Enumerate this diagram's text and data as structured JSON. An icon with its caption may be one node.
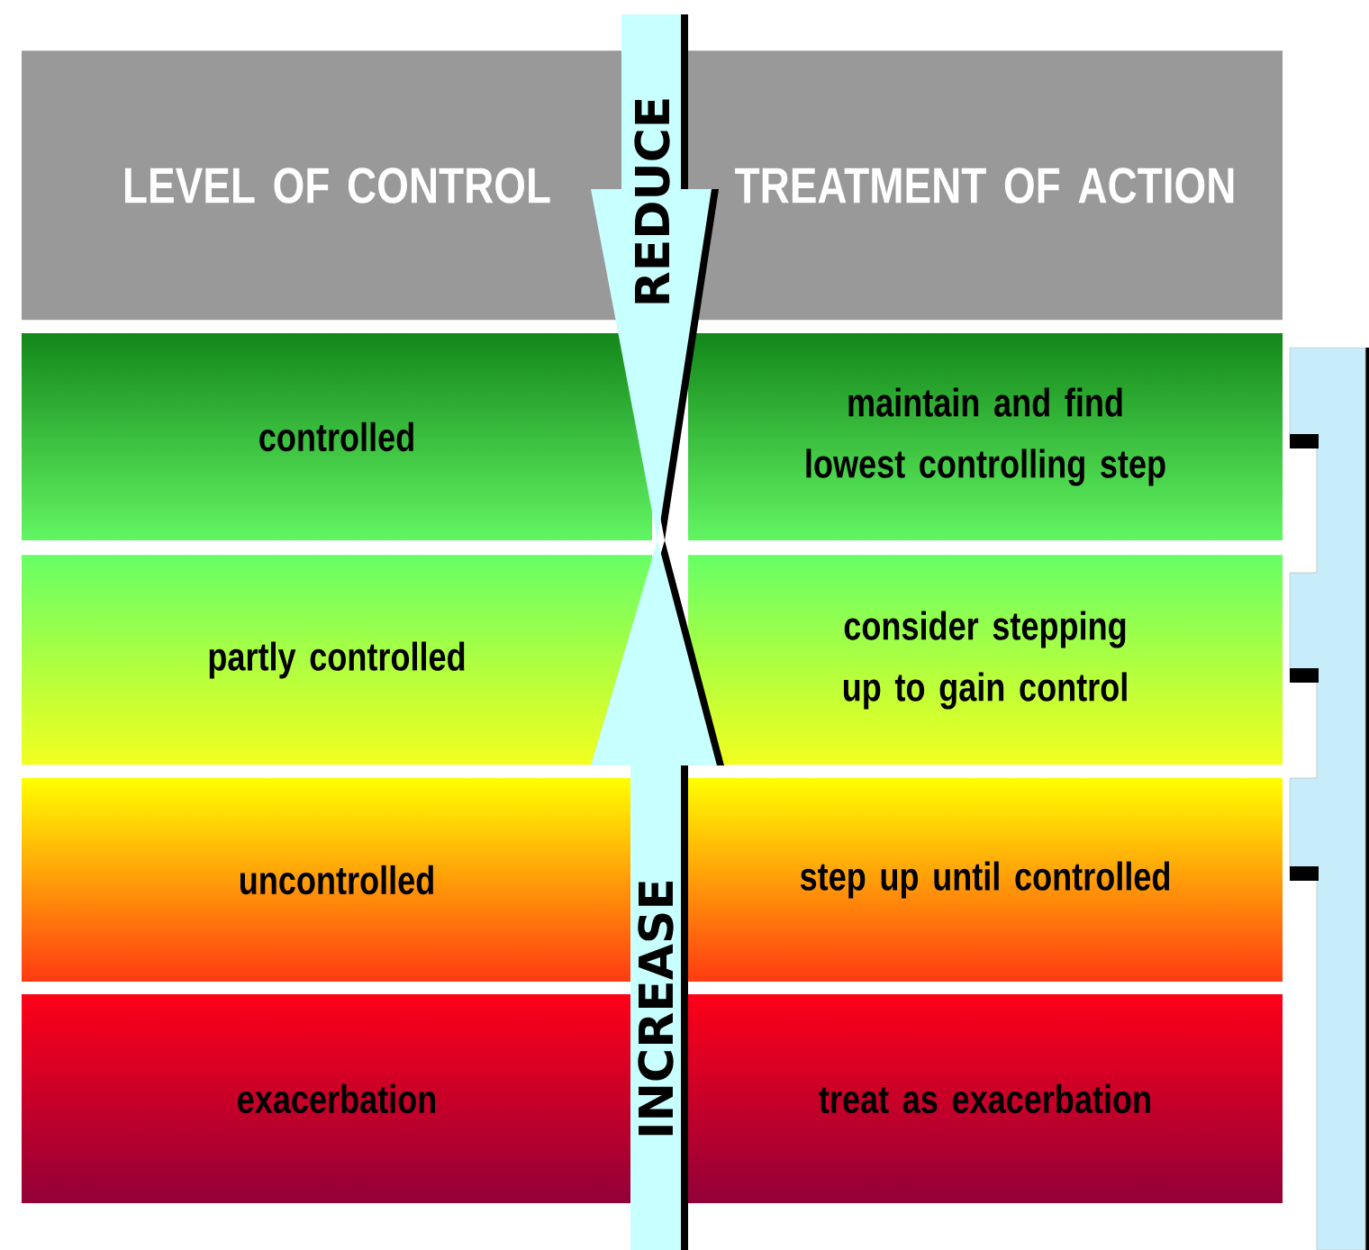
{
  "diagram": {
    "nodes": [
      {
        "text": [
          "LEVEL OF CONTROL"
        ]
      },
      {
        "text": [
          "TREATMENT OF ACTION"
        ]
      },
      {
        "text": [
          "controlled"
        ]
      },
      {
        "text": [
          "maintain and find lowest controlling step"
        ]
      },
      {
        "text": [
          "partly controlled"
        ]
      },
      {
        "text": [
          "consider stepping up to gain control"
        ]
      },
      {
        "text": [
          "uncontrolled"
        ]
      },
      {
        "text": [
          "step up until controlled"
        ]
      },
      {
        "text": [
          "exacerbation"
        ]
      },
      {
        "text": [
          "treat as exacerbation"
        ]
      },
      {
        "text": [
          "REDUCE"
        ]
      },
      {
        "text": [
          "INCREASE"
        ]
      }
    ]
  }
}
